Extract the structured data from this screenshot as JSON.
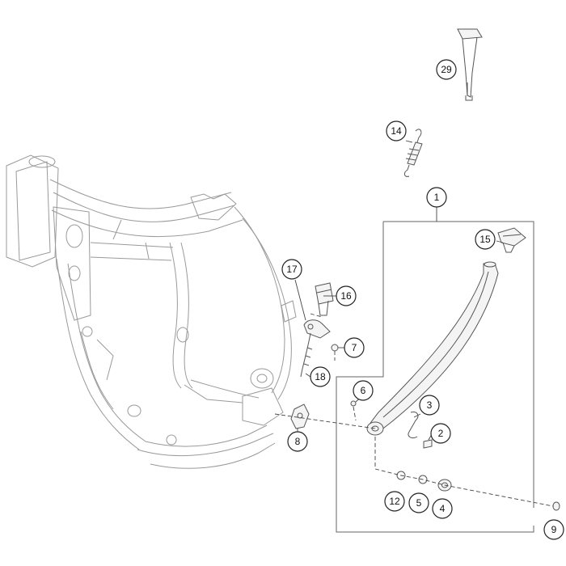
{
  "callouts": [
    {
      "id": "c1",
      "label": "1"
    },
    {
      "id": "c2",
      "label": "2"
    },
    {
      "id": "c3",
      "label": "3"
    },
    {
      "id": "c4",
      "label": "4"
    },
    {
      "id": "c5",
      "label": "5"
    },
    {
      "id": "c6",
      "label": "6"
    },
    {
      "id": "c7",
      "label": "7"
    },
    {
      "id": "c8",
      "label": "8"
    },
    {
      "id": "c9",
      "label": "9"
    },
    {
      "id": "c12",
      "label": "12"
    },
    {
      "id": "c14",
      "label": "14"
    },
    {
      "id": "c15",
      "label": "15"
    },
    {
      "id": "c16",
      "label": "16"
    },
    {
      "id": "c17",
      "label": "17"
    },
    {
      "id": "c18",
      "label": "18"
    },
    {
      "id": "c29",
      "label": "29"
    }
  ],
  "colors": {
    "frame": "#9a9a9a",
    "parts": "#555555",
    "callout_border": "#222222"
  }
}
